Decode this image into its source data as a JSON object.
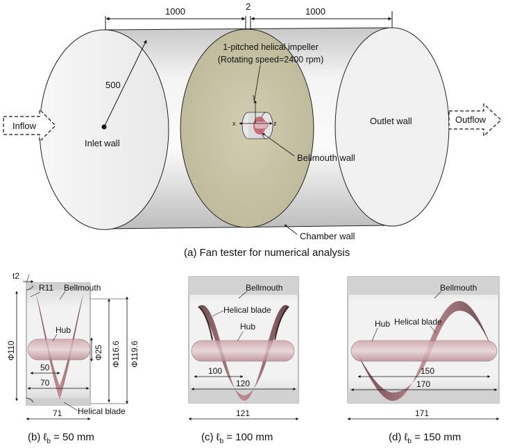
{
  "panel_a": {
    "dim_left": "1000",
    "dim_gap": "2",
    "dim_right": "1000",
    "radius": "500",
    "impeller_line1": "1-pitched helical impeller",
    "impeller_line2": "(Rotating speed=2400 rpm)",
    "inlet_wall": "Inlet wall",
    "outlet_wall": "Outlet wall",
    "bellmouth_wall": "Bellmouth wall",
    "chamber_wall": "Chamber wall",
    "inflow": "Inflow",
    "outflow": "Outflow",
    "axis_x": "x",
    "axis_y": "y",
    "axis_z": "z",
    "caption": "(a) Fan tester for numerical analysis"
  },
  "panel_b": {
    "t2": "t2",
    "r11": "R11",
    "bellmouth": "Bellmouth",
    "hub": "Hub",
    "d110": "Φ110",
    "d25": "Φ25",
    "d1166": "Φ116.6",
    "d1196": "Φ119.6",
    "dim_50": "50",
    "dim_70": "70",
    "dim_71": "71",
    "helical_blade": "Helical blade",
    "caption_pre": "(b) ℓ",
    "caption_sub": "b",
    "caption_post": " = 50 mm"
  },
  "panel_c": {
    "bellmouth": "Bellmouth",
    "helical_blade": "Helical blade",
    "hub": "Hub",
    "dim_100": "100",
    "dim_120": "120",
    "dim_121": "121",
    "caption_pre": "(c) ℓ",
    "caption_sub": "b",
    "caption_post": " = 100 mm"
  },
  "panel_d": {
    "bellmouth": "Bellmouth",
    "helical_blade": "Helical blade",
    "hub": "Hub",
    "dim_150": "150",
    "dim_170": "170",
    "dim_171": "171",
    "caption_pre": "(d) ℓ",
    "caption_sub": "b",
    "caption_post": " = 150 mm"
  },
  "colors": {
    "chamber": "#e6e6e6",
    "impeller_disk": "#c9c4a6",
    "blade": "#8a4a52",
    "hub": "#d9aeb4"
  }
}
